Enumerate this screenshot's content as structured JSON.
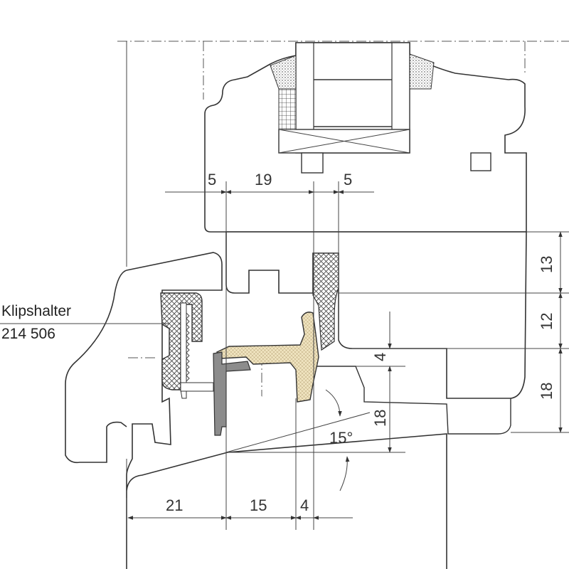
{
  "label": {
    "line1": "Klipshalter",
    "line2": "214 506"
  },
  "dimensions": {
    "top_left": "5",
    "top_mid": "19",
    "top_right": "5",
    "right_upper": "13",
    "right_mid": "12",
    "right_lower": "18",
    "inner_small": "4",
    "inner_18": "18",
    "angle": "15°",
    "bottom_21": "21",
    "bottom_15": "15",
    "bottom_4": "4"
  },
  "colors": {
    "line": "#333333",
    "hatch_seal": "#444444",
    "clip_profile": "#efe3bf",
    "gray_profile": "#8c8c8c",
    "background": "#ffffff"
  }
}
